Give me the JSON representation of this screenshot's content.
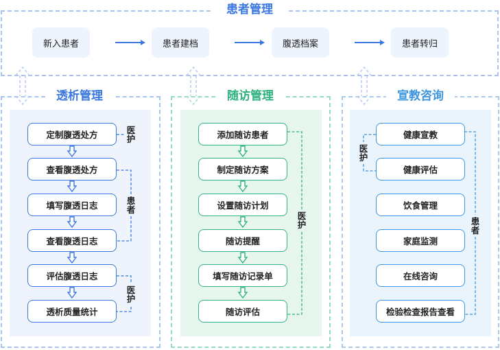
{
  "colors": {
    "blue": "#3a78e0",
    "blue_frame": "#a9c4f1",
    "blue_panel": "#eef3fc",
    "green": "#2fb27e",
    "green_frame": "#93dcbd",
    "green_panel": "#e6f6ef",
    "sky": "#3d95e0",
    "sky_frame": "#a9c8ea",
    "sky_panel": "#eaf4fd"
  },
  "patient_management": {
    "title": "患者管理",
    "steps": [
      "新入患者",
      "患者建档",
      "腹透档案",
      "患者转归"
    ]
  },
  "dialysis_management": {
    "title": "透析管理",
    "steps": [
      "定制腹透处方",
      "查看腹透处方",
      "填写腹透日志",
      "查看腹透日志",
      "评估腹透日志",
      "透析质量统计"
    ],
    "roles": [
      "医护",
      "患者",
      "医护"
    ]
  },
  "followup_management": {
    "title": "随访管理",
    "steps": [
      "添加随访患者",
      "制定随访方案",
      "设置随访计划",
      "随访提醒",
      "填写随访记录单",
      "随访评估"
    ],
    "roles": [
      "医护"
    ]
  },
  "education_consulting": {
    "title": "宣教咨询",
    "steps": [
      "健康宣教",
      "健康评估",
      "饮食管理",
      "家庭监测",
      "在线咨询",
      "检验检查报告查看"
    ],
    "roles": [
      "医护",
      "患者"
    ]
  }
}
